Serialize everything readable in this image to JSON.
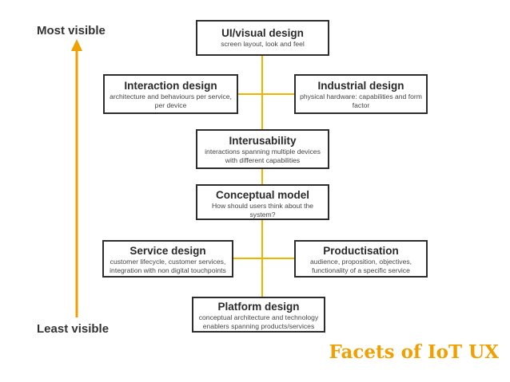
{
  "axis": {
    "top_label": "Most visible",
    "bottom_label": "Least visible",
    "color": "#f0a000"
  },
  "boxes": {
    "ui_visual": {
      "title": "UI/visual design",
      "desc": "screen layout, look and feel"
    },
    "interaction": {
      "title": "Interaction design",
      "desc": "architecture and behaviours per service, per device"
    },
    "industrial": {
      "title": "Industrial design",
      "desc": "physical hardware: capabilities and form factor"
    },
    "interusability": {
      "title": "Interusability",
      "desc": "interactions spanning multiple devices with different capabilities"
    },
    "conceptual": {
      "title": "Conceptual model",
      "desc": "How should users think about the system?"
    },
    "service": {
      "title": "Service design",
      "desc": "customer lifecycle, customer services, integration with non digital touchpoints"
    },
    "productisation": {
      "title": "Productisation",
      "desc": "audience, proposition, objectives, functionality of a specific service"
    },
    "platform": {
      "title": "Platform design",
      "desc": "conceptual architecture and technology enablers spanning products/services"
    }
  },
  "connector_color": "#f0b400",
  "footer_title": "Facets of IoT UX"
}
